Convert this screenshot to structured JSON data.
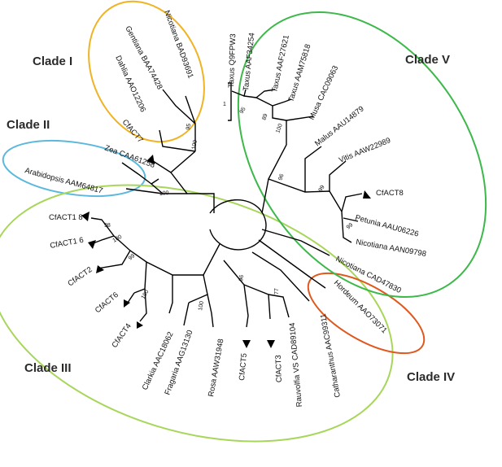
{
  "clades": [
    {
      "id": "I",
      "label": "Clade I",
      "color": "#F0B323"
    },
    {
      "id": "II",
      "label": "Clade II",
      "color": "#5BB8DD"
    },
    {
      "id": "III",
      "label": "Clade III",
      "color": "#A8D65A"
    },
    {
      "id": "IV",
      "label": "Clade IV",
      "color": "#E0581E"
    },
    {
      "id": "V",
      "label": "Clade V",
      "color": "#3DB84A"
    }
  ],
  "taxa": [
    {
      "key": "nicotiana_bad",
      "label": "Nicotiana BAD93691"
    },
    {
      "key": "gentiana",
      "label": "Gentiana BAA74428"
    },
    {
      "key": "dahlia",
      "label": "Dahlia AAO12206"
    },
    {
      "key": "cfact7",
      "label": "CfACT7"
    },
    {
      "key": "zea",
      "label": "Zea CAA61258"
    },
    {
      "key": "arabidopsis",
      "label": "Arabidopsis AAM64817"
    },
    {
      "key": "cfact18",
      "label": "CfACT1 8"
    },
    {
      "key": "cfact16",
      "label": "CfACT1 6"
    },
    {
      "key": "cfact2",
      "label": "CfACT2"
    },
    {
      "key": "cfact6",
      "label": "CfACT6"
    },
    {
      "key": "cfact4",
      "label": "CfACT4"
    },
    {
      "key": "clarkia",
      "label": "Clarkia AAC18062"
    },
    {
      "key": "fragaria",
      "label": "Fragaria AAG13130"
    },
    {
      "key": "rosa",
      "label": "Rosa AAW31948"
    },
    {
      "key": "cfact5",
      "label": "CfACT5"
    },
    {
      "key": "cfact3",
      "label": "CfACT3"
    },
    {
      "key": "rauvolfia",
      "label": "Rauvolfia VS CAD89104"
    },
    {
      "key": "catharanthus",
      "label": "Catharanthus AAC99311"
    },
    {
      "key": "hordeum",
      "label": "Hordeum AAO73071"
    },
    {
      "key": "nicotiana_cad",
      "label": "Nicotiana CAD47830"
    },
    {
      "key": "nicotiana_aan",
      "label": "Nicotiana AAN09798"
    },
    {
      "key": "petunia",
      "label": "Petunia AAU06226"
    },
    {
      "key": "cfact8",
      "label": "CfACT8"
    },
    {
      "key": "vitis",
      "label": "Vitis AAW22989"
    },
    {
      "key": "malus",
      "label": "Malus AAU14879"
    },
    {
      "key": "musa",
      "label": "Musa CAC09063"
    },
    {
      "key": "taxus_aam",
      "label": "Taxus AAM75818"
    },
    {
      "key": "taxus_aaf27",
      "label": "Taxus AAF27621"
    },
    {
      "key": "taxus_aaf34",
      "label": "Taxus AAF34254"
    },
    {
      "key": "taxus_q9",
      "label": "Taxus Q9FPW3"
    }
  ],
  "bootstrap": [
    {
      "key": "b1",
      "value": "95"
    },
    {
      "key": "b2",
      "value": "100"
    },
    {
      "key": "b3",
      "value": "100"
    },
    {
      "key": "b4",
      "value": "98"
    },
    {
      "key": "b5",
      "value": "100"
    },
    {
      "key": "b6",
      "value": "99"
    },
    {
      "key": "b7",
      "value": "100"
    },
    {
      "key": "b8",
      "value": "100"
    },
    {
      "key": "b9",
      "value": "96"
    },
    {
      "key": "b10",
      "value": "77"
    },
    {
      "key": "b11",
      "value": "96"
    },
    {
      "key": "b12",
      "value": "99"
    },
    {
      "key": "b13",
      "value": "99"
    },
    {
      "key": "b14",
      "value": "100"
    },
    {
      "key": "b15",
      "value": "89"
    },
    {
      "key": "b16",
      "value": "95"
    }
  ],
  "scale_bar": {
    "label": "1"
  }
}
